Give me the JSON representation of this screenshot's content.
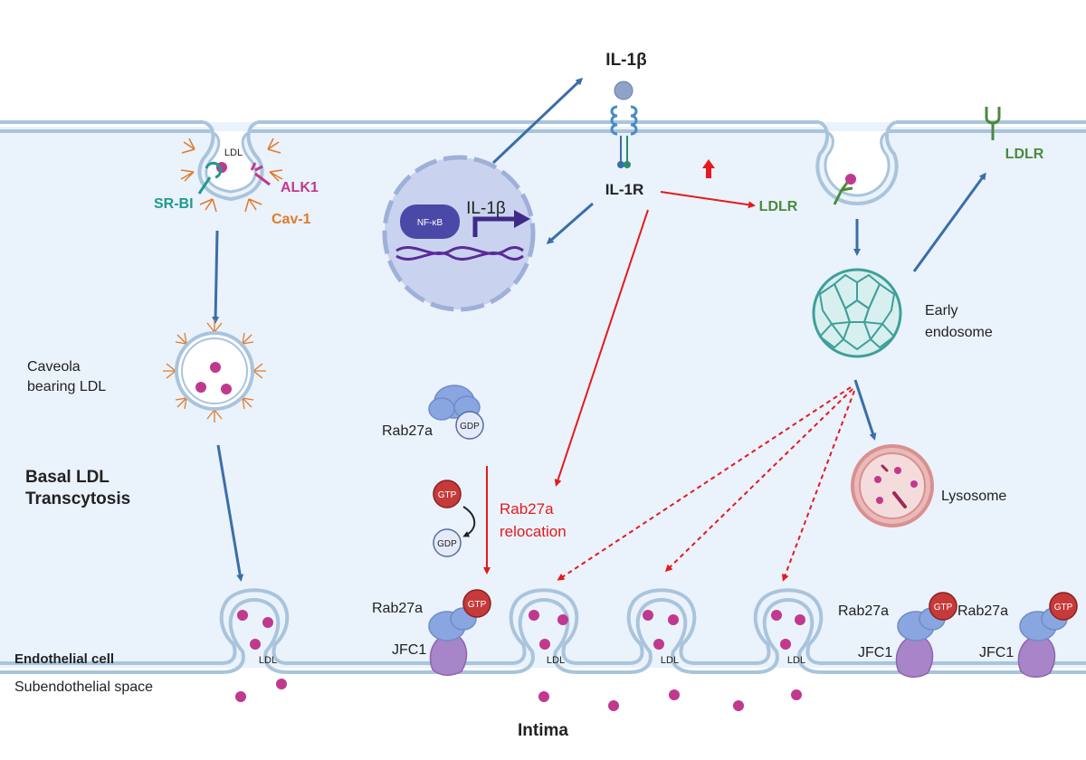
{
  "labels": {
    "il1b_top": "IL-1β",
    "il1r": "IL-1R",
    "nfkb": "NF-κB",
    "il1b_gene": "IL-1β",
    "ldl_caveola_top": "LDL",
    "srbi": "SR-BI",
    "alk1": "ALK1",
    "cav1": "Cav-1",
    "ldlr_mid": "LDLR",
    "ldlr_top": "LDLR",
    "early_endosome_1": "Early",
    "early_endosome_2": "endosome",
    "caveola_1": "Caveola",
    "caveola_2": "bearing LDL",
    "rab27a_gdp": "Rab27a",
    "gdp_1": "GDP",
    "gtp_1": "GTP",
    "gdp_2": "GDP",
    "relocation_1": "Rab27a",
    "relocation_2": "relocation",
    "lysosome": "Lysosome",
    "basal_1": "Basal LDL",
    "basal_2": "Transcytosis",
    "rab27a_left": "Rab27a",
    "gtp_left": "GTP",
    "jfc1_left": "JFC1",
    "rab27a_r1": "Rab27a",
    "gtp_r1": "GTP",
    "jfc1_r1": "JFC1",
    "rab27a_r2": "Rab27a",
    "gtp_r2": "GTP",
    "jfc1_r2": "JFC1",
    "ldl_v1": "LDL",
    "ldl_v2": "LDL",
    "ldl_v3": "LDL",
    "ldl_v4": "LDL",
    "endothelial_cell": "Endothelial cell",
    "subendothelial_space": "Subendothelial space",
    "intima": "Intima"
  },
  "colors": {
    "cell_fill": "#eaf2fb",
    "membrane": "#a9c4dc",
    "arrow_blue": "#3a6ea8",
    "arrow_red": "#e41a1c",
    "ldl_dot": "#c0398f",
    "green": "#4a8a3c",
    "teal": "#1f9a8f",
    "magenta": "#c0398f",
    "orange": "#e07b2a",
    "endosome": "#3f9f9a",
    "rab_blue": "#8aa6e0",
    "jfc_purple": "#a884c8",
    "gtp_red": "#c63a3a",
    "nucleus_fill": "#c9d3ef"
  }
}
